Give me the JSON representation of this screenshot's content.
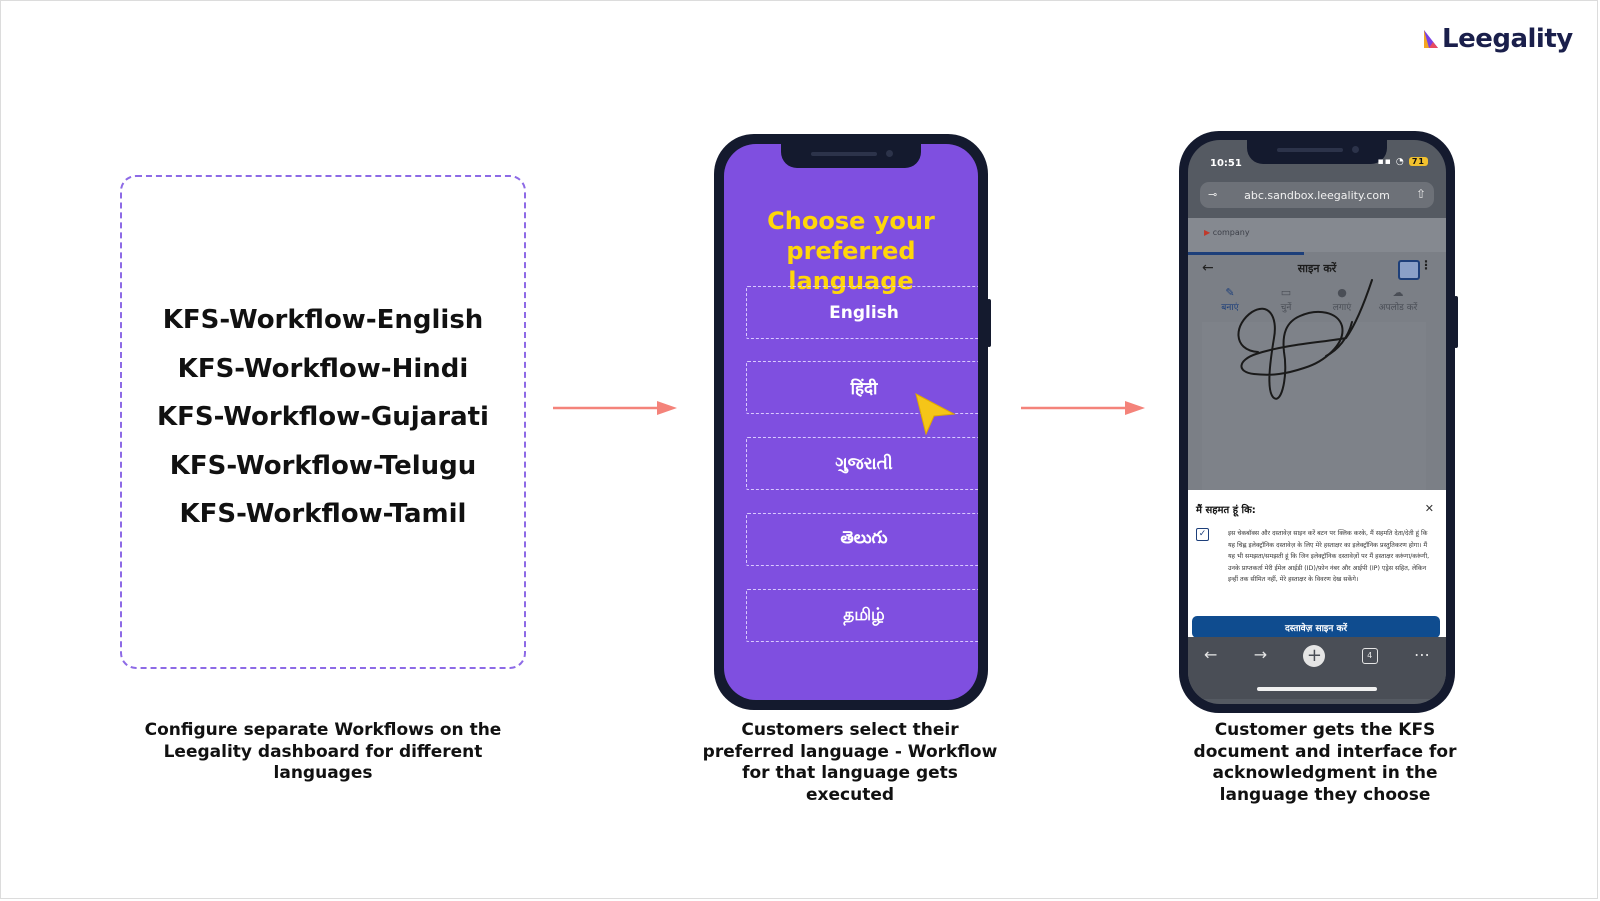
{
  "logo": {
    "text": "Leegality"
  },
  "workflows": [
    "KFS-Workflow-English",
    "KFS-Workflow-Hindi",
    "KFS-Workflow-Gujarati",
    "KFS-Workflow-Telugu",
    "KFS-Workflow-Tamil"
  ],
  "phone1": {
    "title_line1": "Choose your",
    "title_line2": "preferred language",
    "languages": [
      "English",
      "हिंदी",
      "ગુજરાતી",
      "తెలుగు",
      "தமிழ்"
    ]
  },
  "phone2": {
    "status_time": "10:51",
    "status_battery": "71",
    "url": "abc.sandbox.leegality.com",
    "company_label": "company",
    "page_title": "साइन करें",
    "tabs": [
      "बनाएं",
      "चुनें",
      "लगाएं",
      "अपलोड करें"
    ],
    "consent_title": "मैं सहमत हूं कि:",
    "consent_text": "इस चेकबॉक्स और दस्तावेज़ साइन करें बटन पर क्लिक करके, मैं सहमति देता/देती हूं कि यह चिह्न इलेक्ट्रॉनिक दस्तावेज़ के लिए मेरे हस्ताक्षर का इलेक्ट्रॉनिक प्रस्तुतिकरण होगा। मैं यह भी समझता/समझती हूं कि जिन इलेक्ट्रॉनिक दस्तावेज़ों पर मैं हस्ताक्षर करूंगा/करूंगी, उनके प्राप्तकर्ता मेरी ईमेल आईडी (ID)/फ़ोन नंबर और आईपी (IP) एड्रेस सहित, लेकिन इन्हीं तक सीमित नहीं, मेरे हस्ताक्षर के विवरण देख सकेंगे।",
    "sign_button": "दस्तावेज़ साइन करें",
    "tab_count": "4"
  },
  "captions": {
    "left": [
      "Configure separate Workflows on the",
      "Leegality dashboard for different",
      "languages"
    ],
    "middle": [
      "Customers select their",
      "preferred language - Workflow",
      "for that language gets",
      "executed"
    ],
    "right": [
      "Customer gets the KFS",
      "document and interface for",
      "acknowledgment in the",
      "language they choose"
    ]
  },
  "colors": {
    "accent_purple": "#7f4fe0",
    "dashed_border": "#8d6ae6",
    "title_yellow": "#ffd60a",
    "arrow_salmon": "#f4837a",
    "logo_navy": "#1a1f4b",
    "button_blue": "#0f4c8f"
  }
}
